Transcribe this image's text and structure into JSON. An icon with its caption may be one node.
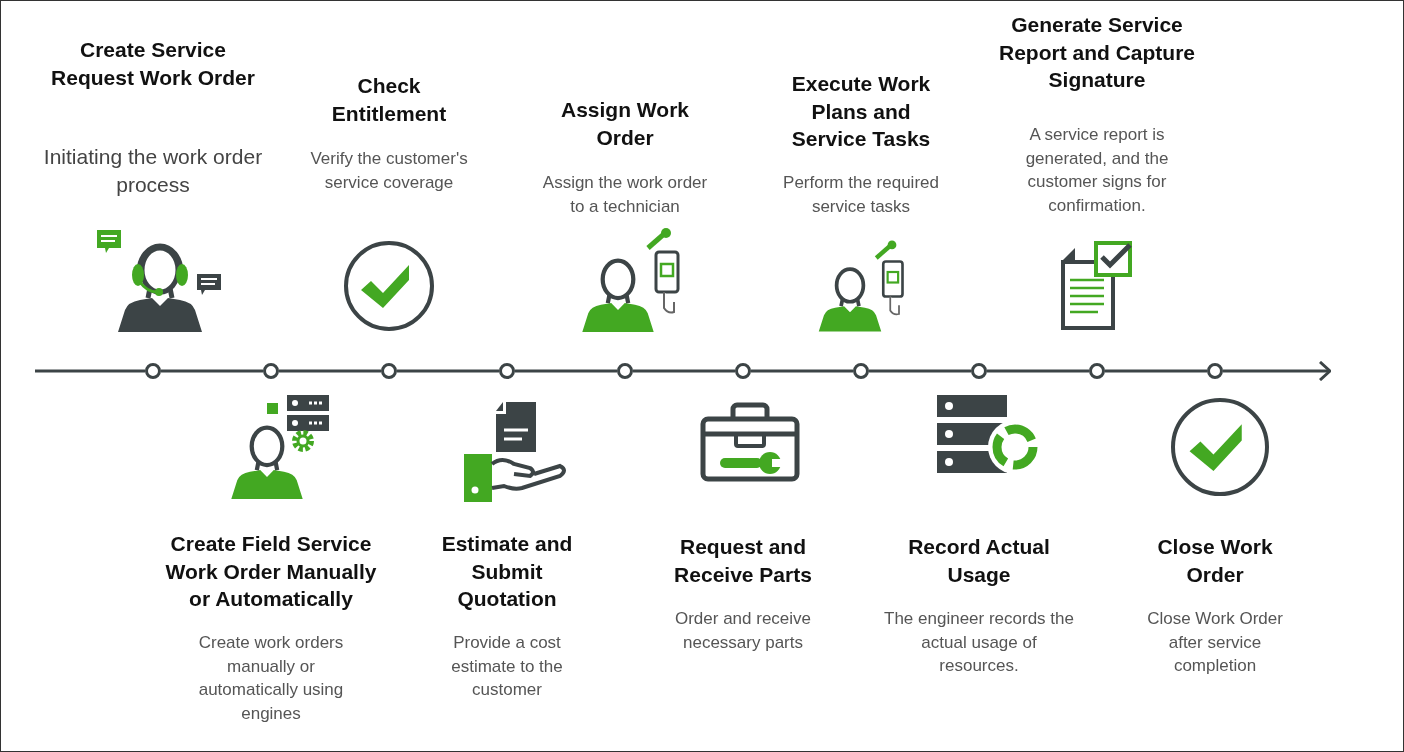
{
  "diagram": {
    "nodes": [
      {
        "text": [],
        "shape": "circle",
        "beside": [
          "Create Service Request Work Order",
          "Initiating the work order process"
        ]
      },
      {
        "text": [],
        "shape": "circle",
        "beside": [
          "Create Field Service Work Order Manually or Automatically",
          "Create work orders manually or automatically using engines"
        ]
      },
      {
        "text": [],
        "shape": "circle",
        "beside": [
          "Check Entitlement",
          "Verify the customer's service coverage"
        ]
      },
      {
        "text": [],
        "shape": "circle",
        "beside": [
          "Estimate and Submit Quotation",
          "Provide a cost estimate to the customer"
        ]
      },
      {
        "text": [],
        "shape": "circle",
        "beside": [
          "Assign Work Order",
          "Assign the work order to a technician"
        ]
      },
      {
        "text": [],
        "shape": "circle",
        "beside": [
          "Request and Receive Parts",
          "Order and receive necessary parts"
        ]
      },
      {
        "text": [],
        "shape": "circle",
        "beside": [
          "Execute Work Plans and Service Tasks",
          "Perform the required service tasks"
        ]
      },
      {
        "text": [],
        "shape": "circle",
        "beside": [
          "Record Actual Usage",
          "The engineer records the actual usage of resources."
        ]
      },
      {
        "text": [],
        "shape": "circle",
        "beside": [
          "Generate Service Report and Capture Signature",
          "A service report is generated, and the customer signs for confirmation."
        ]
      },
      {
        "text": [],
        "shape": "circle",
        "beside": [
          "Close Work Order",
          "Close Work Order after service completion"
        ]
      }
    ],
    "edges": [
      {
        "from": null,
        "to": 0,
        "arrow": "none"
      },
      {
        "from": 0,
        "to": 1,
        "arrow": "none"
      },
      {
        "from": 1,
        "to": 2,
        "arrow": "none"
      },
      {
        "from": 2,
        "to": 3,
        "arrow": "none"
      },
      {
        "from": 3,
        "to": 4,
        "arrow": "none"
      },
      {
        "from": 4,
        "to": 5,
        "arrow": "none"
      },
      {
        "from": 5,
        "to": 6,
        "arrow": "none"
      },
      {
        "from": 6,
        "to": 7,
        "arrow": "none"
      },
      {
        "from": 7,
        "to": 8,
        "arrow": "none"
      },
      {
        "from": 8,
        "to": 9,
        "arrow": "none"
      },
      {
        "from": 9,
        "to": null,
        "arrow": "to"
      }
    ]
  }
}
